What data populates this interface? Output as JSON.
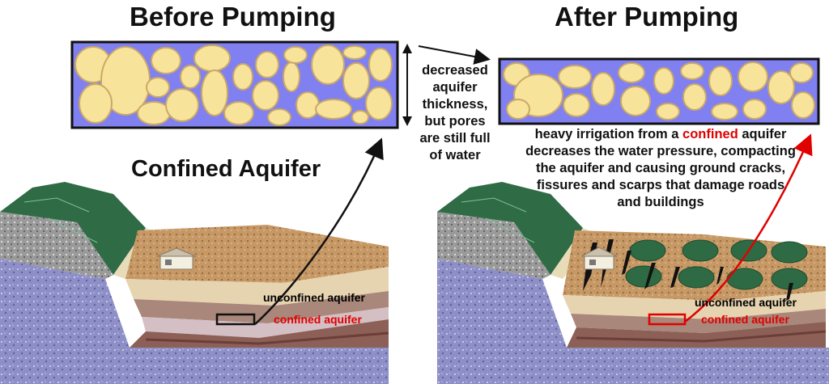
{
  "left": {
    "title": "Before Pumping",
    "subtitle": "Confined Aquifer",
    "unconfined_label": "unconfined aquifer",
    "confined_label": "confined aquifer"
  },
  "right": {
    "title": "After Pumping",
    "unconfined_label": "unconfined aquifer",
    "confined_label": "confined aquifer",
    "note": {
      "line1_before": "heavy irrigation from a ",
      "line1_highlight": "confined",
      "line1_after": " aquifer",
      "line2": "decreases the water pressure, compacting",
      "line3": "the aquifer and causing ground cracks,",
      "line4": "fissures and scarps that damage roads",
      "line5": "and buildings"
    }
  },
  "middle": {
    "lines": [
      "decreased",
      "aquifer",
      "thickness,",
      "but pores",
      "are still full",
      "of water"
    ]
  },
  "colors": {
    "water": "#8080f0",
    "grain": "#f8e39a",
    "grain_edge": "#c9a86a",
    "soil": "#c89a66",
    "rock": "#8a8cc0",
    "green": "#2f6b45",
    "highlight": "#e00000"
  }
}
